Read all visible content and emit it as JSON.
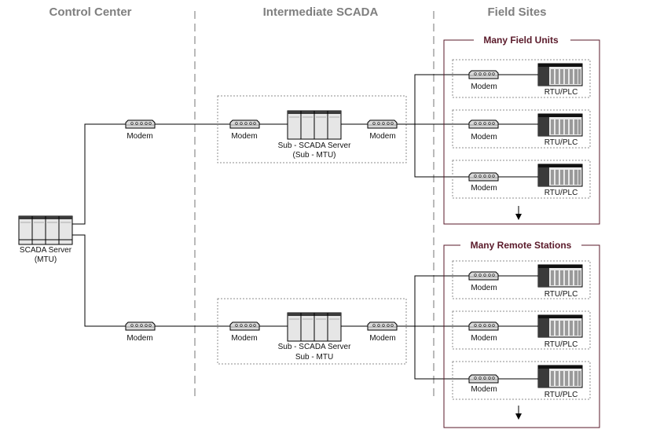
{
  "headers": {
    "control_center": "Control Center",
    "intermediate": "Intermediate SCADA",
    "field_sites": "Field Sites"
  },
  "groups": {
    "field_units": "Many Field Units",
    "remote_stations": "Many Remote Stations"
  },
  "mtu_server": {
    "line1": "SCADA Server",
    "line2": "(MTU)"
  },
  "top_branch": {
    "modem_cc": "Modem",
    "modem_in": "Modem",
    "server_line1": "Sub - SCADA Server",
    "server_line2": "(Sub - MTU)",
    "modem_out": "Modem",
    "units": [
      {
        "modem": "Modem",
        "rtu": "RTU/PLC"
      },
      {
        "modem": "Modem",
        "rtu": "RTU/PLC"
      },
      {
        "modem": "Modem",
        "rtu": "RTU/PLC"
      }
    ]
  },
  "bottom_branch": {
    "modem_cc": "Modem",
    "modem_in": "Modem",
    "server_line1": "Sub - SCADA Server",
    "server_line2": "Sub - MTU",
    "modem_out": "Modem",
    "units": [
      {
        "modem": "Modem",
        "rtu": "RTU/PLC"
      },
      {
        "modem": "Modem",
        "rtu": "RTU/PLC"
      },
      {
        "modem": "Modem",
        "rtu": "RTU/PLC"
      }
    ]
  },
  "colors": {
    "header_text": "#7f7f7f",
    "group_title": "#5a1a2a",
    "group_border": "#5a1a2a",
    "dashed_box": "#8c8c8c",
    "device_fill": "#e8e8e8",
    "rtu_dark": "#3a3a3a"
  }
}
